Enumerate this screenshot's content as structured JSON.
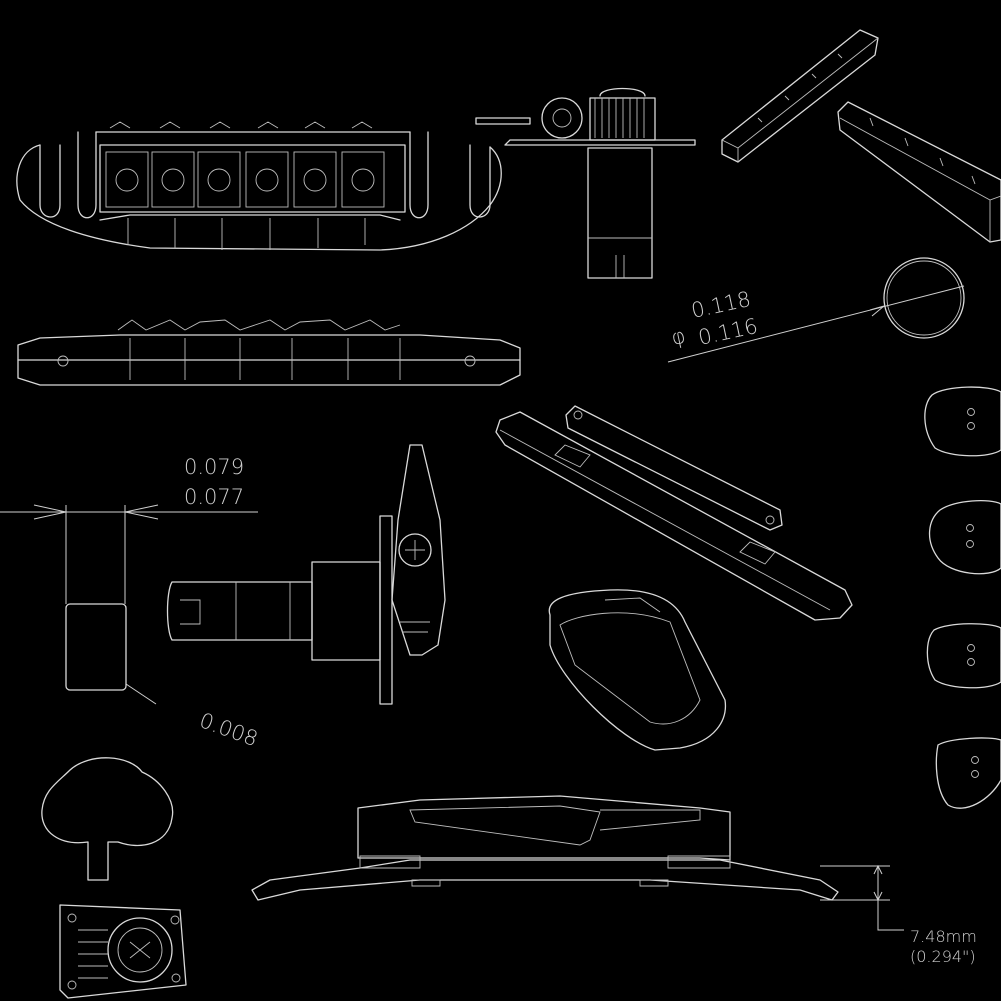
{
  "drawing": {
    "background": "#000000",
    "line_color": "#d9d9d9",
    "parts": [
      "tailpiece-top",
      "tailpiece-side",
      "output-jack",
      "nut-1",
      "nut-2",
      "washer-ring",
      "saddle-bridge",
      "jack-plate",
      "pin-cap",
      "knob-1",
      "knob-2",
      "knob-3",
      "knob-4",
      "tuner-machine",
      "acoustic-bridge"
    ]
  },
  "dimensions": {
    "dia_upper": "0.118",
    "dia_lower": "0.116",
    "dia_symbol": "φ",
    "width_upper": "0.079",
    "width_lower": "0.077",
    "clearance": "0.008",
    "height_mm": "7.48mm",
    "height_in": "(0.294\")"
  }
}
